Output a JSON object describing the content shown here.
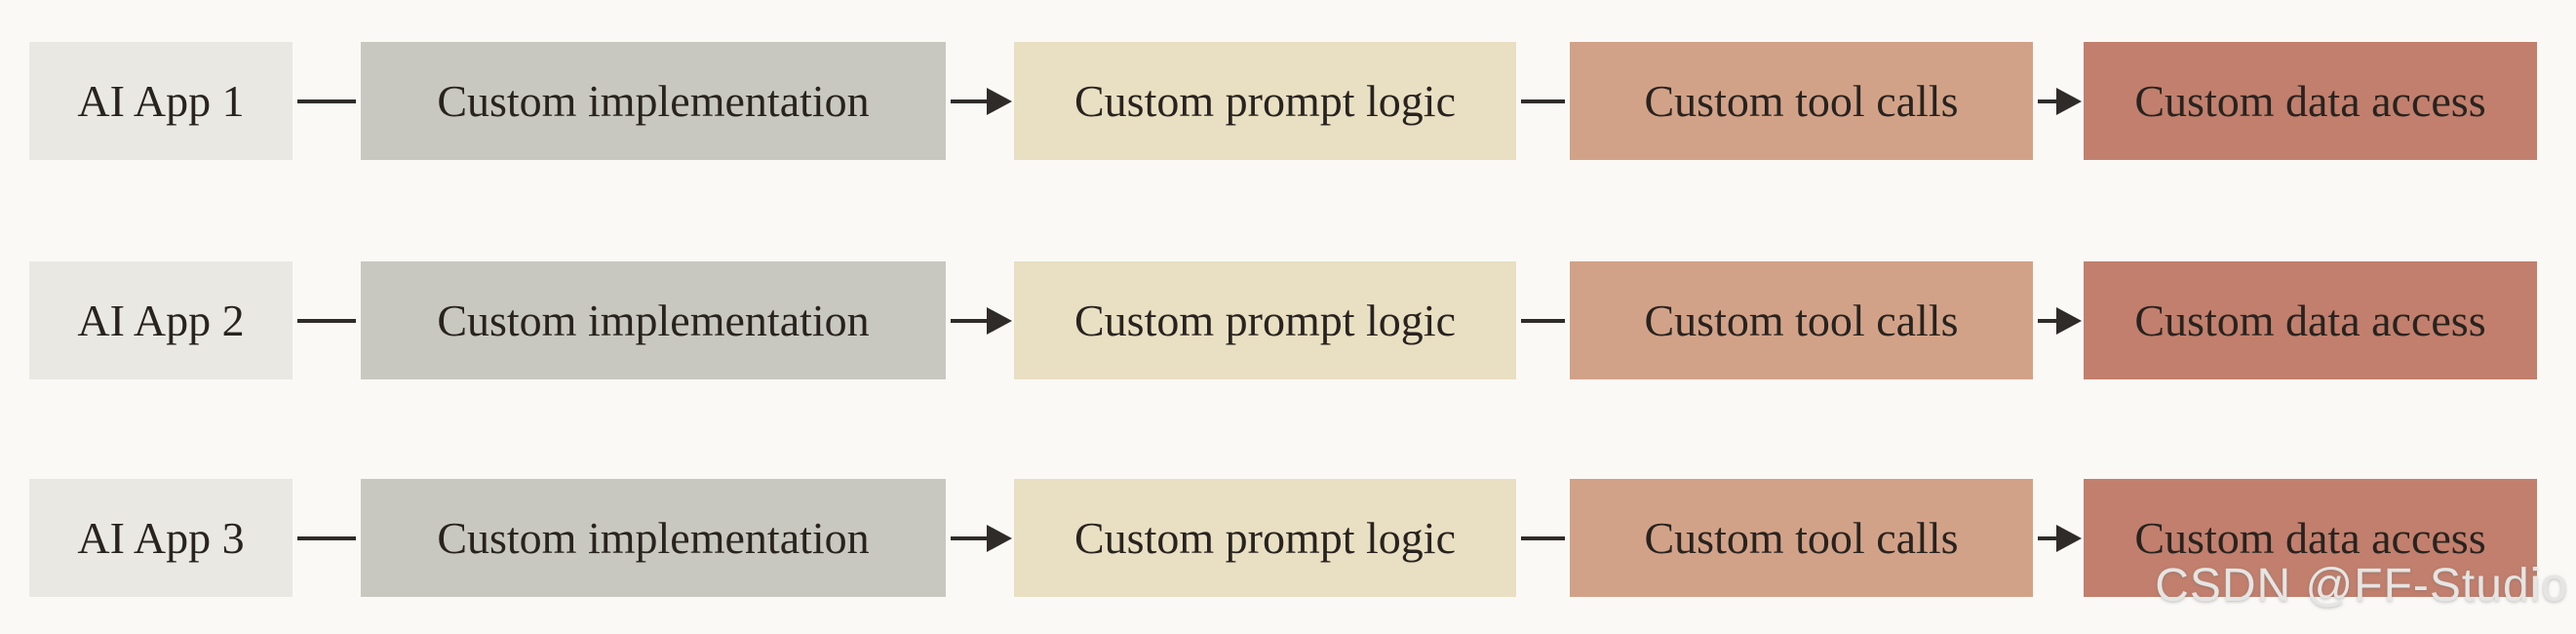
{
  "background": "#faf9f6",
  "text_color": "#28231f",
  "connector_color": "#2e2b28",
  "node_colors": {
    "app": "#e9e8e3",
    "implementation": "#c9c8c0",
    "prompt": "#e9dfc2",
    "tools": "#d2a288",
    "data": "#c27f6d"
  },
  "rows": [
    {
      "nodes": [
        {
          "label": "AI App 1"
        },
        {
          "label": "Custom implementation"
        },
        {
          "label": "Custom prompt logic"
        },
        {
          "label": "Custom tool calls"
        },
        {
          "label": "Custom data access"
        }
      ],
      "connectors": [
        "plain",
        "arrow",
        "plain",
        "arrow"
      ]
    },
    {
      "nodes": [
        {
          "label": "AI App 2"
        },
        {
          "label": "Custom implementation"
        },
        {
          "label": "Custom prompt logic"
        },
        {
          "label": "Custom tool calls"
        },
        {
          "label": "Custom data access"
        }
      ],
      "connectors": [
        "plain",
        "arrow",
        "plain",
        "arrow"
      ]
    },
    {
      "nodes": [
        {
          "label": "AI App 3"
        },
        {
          "label": "Custom implementation"
        },
        {
          "label": "Custom prompt logic"
        },
        {
          "label": "Custom tool calls"
        },
        {
          "label": "Custom data access"
        }
      ],
      "connectors": [
        "plain",
        "arrow",
        "plain",
        "arrow"
      ]
    }
  ],
  "watermark": {
    "text": "CSDN @FF-Studio",
    "color": "#e5e5e3"
  }
}
